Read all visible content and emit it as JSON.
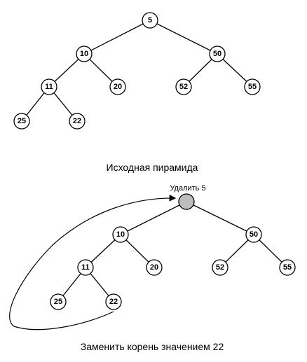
{
  "heap_before": {
    "caption": "Исходная пирамида",
    "nodes": [
      "5",
      "10",
      "50",
      "11",
      "20",
      "52",
      "55",
      "25",
      "22"
    ]
  },
  "heap_after": {
    "annotation": "Удалить 5",
    "caption": "Заменить корень значением 22",
    "root_fill": "#bdbdbd",
    "nodes": [
      "10",
      "50",
      "11",
      "20",
      "52",
      "55",
      "25",
      "22"
    ]
  }
}
